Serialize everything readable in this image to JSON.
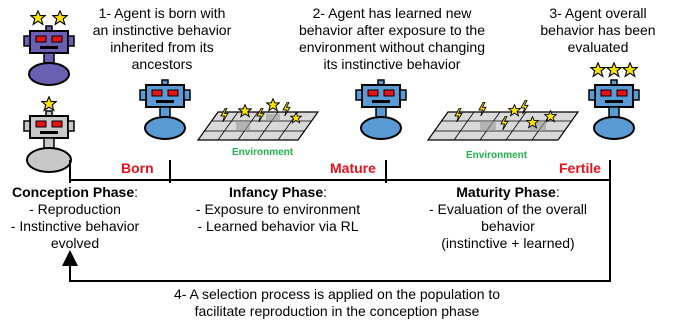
{
  "captions": {
    "step1": "1- Agent is born with\nan instinctive behavior\ninherited from its\nancestors",
    "step2": "2- Agent has learned new\nbehavior after exposure to the\nenvironment without changing\nits instinctive behavior",
    "step3": "3- Agent overall\nbehavior has been\nevaluated"
  },
  "stages": {
    "born": "Born",
    "mature": "Mature",
    "fertile": "Fertile"
  },
  "environment_label": "Environment",
  "phases": {
    "conception": {
      "title": "Conception Phase",
      "suffix": ":",
      "lines": [
        "- Reproduction",
        "- Instinctive behavior",
        "evolved"
      ]
    },
    "infancy": {
      "title": "Infancy Phase",
      "suffix": ":",
      "lines": [
        "- Exposure to environment",
        "- Learned behavior via RL"
      ]
    },
    "maturity": {
      "title": "Maturity Phase",
      "suffix": ":",
      "lines": [
        "- Evaluation of the overall",
        "behavior",
        "(instinctive + learned)"
      ]
    }
  },
  "bottom_caption": {
    "line1": "4- A selection process is applied on the population to",
    "line2": "facilitate reproduction in the conception phase"
  },
  "colors": {
    "robot_purple": "#6a5fb0",
    "robot_gray": "#c8c8c8",
    "robot_blue": "#5b9bd5",
    "eye_red": "#e8121b",
    "star_yellow": "#ffe600",
    "stage_red": "#e8121b",
    "env_green": "#22b14c",
    "grid_gray": "#b0b0b0"
  }
}
